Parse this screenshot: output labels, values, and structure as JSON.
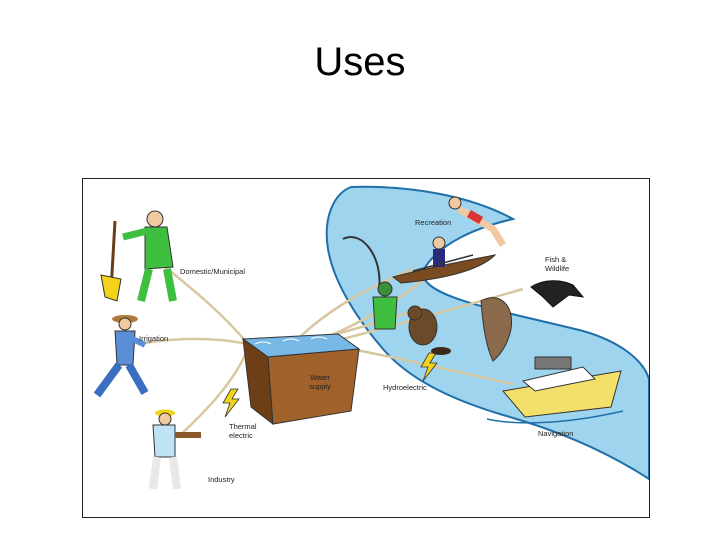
{
  "slide": {
    "title": "Uses"
  },
  "diagram": {
    "labels": {
      "domestic": "Domestic/Municipal",
      "irrigation": "Irrigation",
      "thermal_line1": "Thermal",
      "thermal_line2": "electric",
      "industry": "Industry",
      "water_supply_line1": "Water",
      "water_supply_line2": "supply",
      "recreation": "Recreation",
      "fish_line1": "Fish &",
      "fish_line2": "Wildlife",
      "hydroelectric": "Hydroelectric",
      "navigation": "Navigation"
    },
    "colors": {
      "river": "#9fd4ef",
      "river_edge": "#1f6fa8",
      "rope": "#d8c8a0",
      "water_top": "#77b8e6",
      "box_front": "#a0622a",
      "box_side": "#6e3f16",
      "lightning": "#f2d21a"
    },
    "icons": [
      "domestic-worker-icon",
      "irrigation-farmer-icon",
      "thermal-worker-icon",
      "water-supply-box-icon",
      "river-icon",
      "swimmer-icon",
      "rower-icon",
      "fisherman-icon",
      "beaver-icon",
      "manatee-icon",
      "bird-icon",
      "lightning-icon",
      "boat-icon"
    ]
  }
}
